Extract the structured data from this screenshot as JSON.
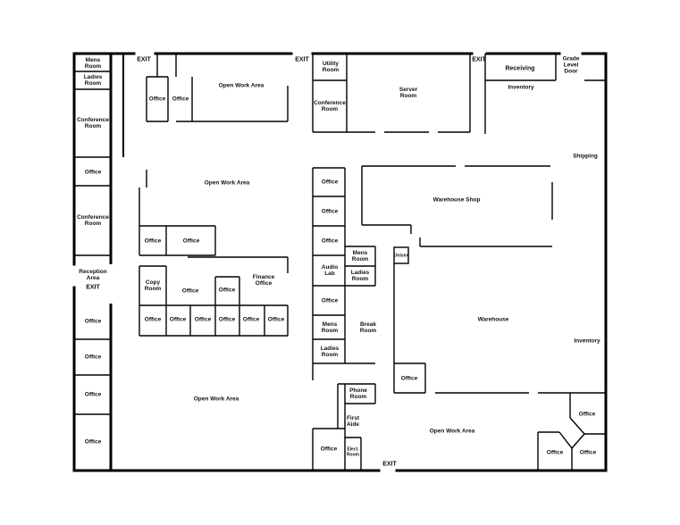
{
  "rooms": {
    "mens_room_nw": "Mens\nRoom",
    "ladies_room_nw": "Ladies\nRoom",
    "conference_room_nw": "Conference\nRoom",
    "office_west_1": "Office",
    "conference_room_west": "Conference\nRoom",
    "reception_area": "Reception\nArea",
    "exit_west": "EXIT",
    "office_west_2": "Office",
    "office_west_3": "Office",
    "office_west_4": "Office",
    "office_west_5": "Office",
    "exit_north_1": "EXIT",
    "office_north_1": "Office",
    "office_north_2": "Office",
    "open_work_area_north": "Open Work Area",
    "exit_north_2": "EXIT",
    "utility_room": "Utility\nRoom",
    "conference_room_center": "Conference\nRoom",
    "server_room": "Server\nRoom",
    "exit_north_3": "EXIT",
    "receiving": "Receiving",
    "grade_level_door": "Grade\nLevel\nDoor",
    "inventory_north": "Inventory",
    "shipping": "Shipping",
    "open_work_area_center": "Open Work Area",
    "office_mid_1": "Office",
    "office_mid_2": "Office",
    "copy_room": "Copy\nRoom",
    "office_mid_3": "Office",
    "office_mid_4": "Office",
    "finance_office": "Finance\nOffice",
    "office_row_1": "Office",
    "office_row_2": "Office",
    "office_row_3": "Office",
    "office_row_4": "Office",
    "office_row_5": "Office",
    "office_row_6": "Office",
    "office_col_1": "Office",
    "office_col_2": "Office",
    "office_col_3": "Office",
    "audio_lab": "Audio\nLab",
    "office_col_4": "Office",
    "mens_room_center": "Mens\nRoom",
    "ladies_room_center": "Ladies\nRoom",
    "mens_room_break": "Mens\nRoom",
    "ladies_room_break": "Ladies\nRoom",
    "break_room": "Break\nRoom",
    "unisex": "Unisex",
    "warehouse_shop": "Warehouse Shop",
    "warehouse": "Warehouse",
    "inventory_east": "Inventory",
    "office_warehouse": "Office",
    "open_work_area_sw": "Open Work Area",
    "phone_room": "Phone\nRoom",
    "first_aide": "First\nAide",
    "office_south": "Office",
    "elect_room": "Elect.\nRoom",
    "exit_south": "EXIT",
    "open_work_area_se": "Open Work Area",
    "office_se_1": "Office",
    "office_se_2": "Office",
    "office_se_3": "Office"
  }
}
